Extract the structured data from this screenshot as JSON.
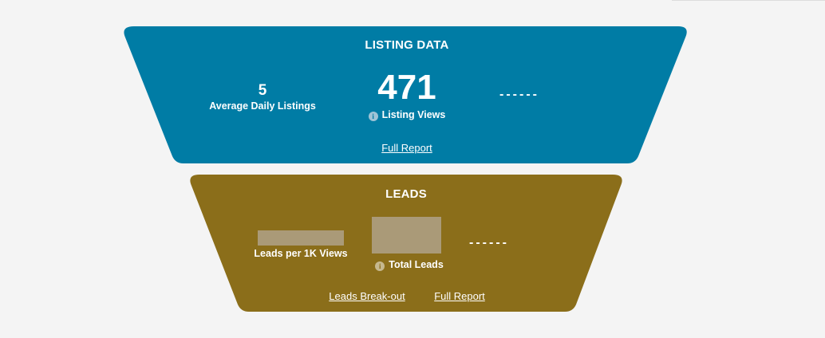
{
  "listing": {
    "title": "LISTING DATA",
    "daily_listings_value": "5",
    "daily_listings_label": "Average Daily Listings",
    "views_value": "471",
    "views_label": "Listing Views",
    "placeholder": "------",
    "full_report_link": "Full Report",
    "color": "#007ca5"
  },
  "leads": {
    "title": "LEADS",
    "per_1k_label": "Leads per 1K Views",
    "total_label": "Total Leads",
    "placeholder": "------",
    "breakout_link": "Leads Break-out",
    "full_report_link": "Full Report",
    "color": "#8b6e1a"
  }
}
